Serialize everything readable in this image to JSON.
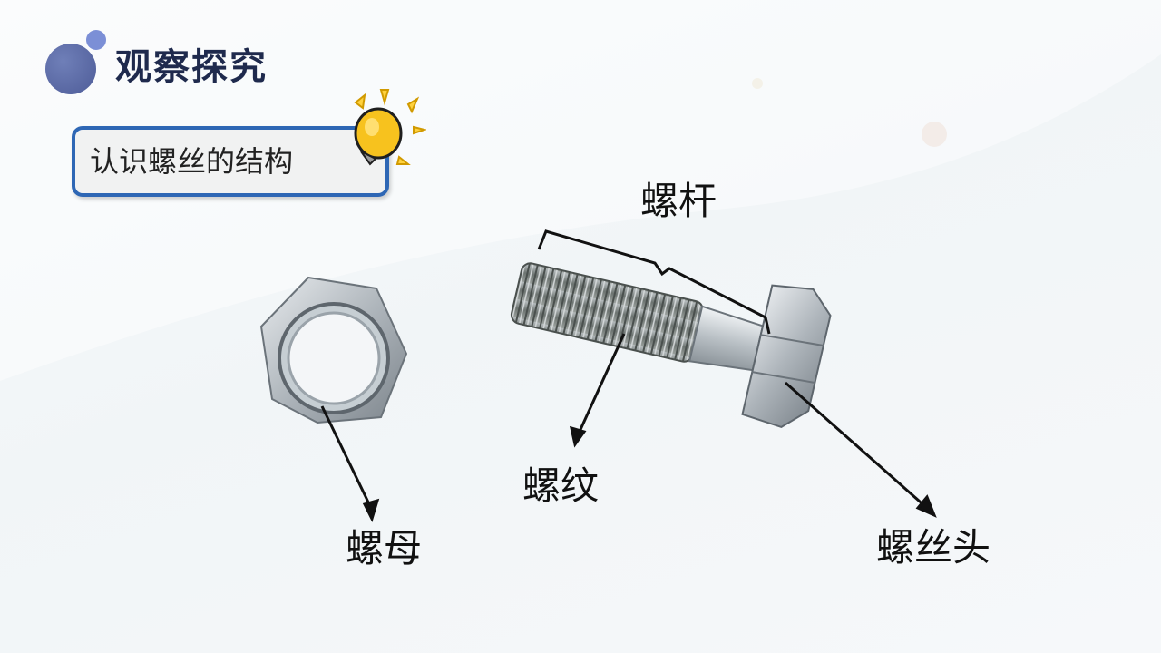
{
  "header": {
    "title": "观察探究"
  },
  "subtitle": {
    "text": "认识螺丝的结构"
  },
  "labels": {
    "shank": "螺杆",
    "thread": "螺纹",
    "nut": "螺母",
    "head": "螺丝头"
  },
  "colors": {
    "title": "#1f2a4d",
    "box_border": "#2e67b5",
    "dot": "#5866a6",
    "bulb": "#f7c21e"
  },
  "icons": {
    "bulb": "lightbulb-icon"
  }
}
